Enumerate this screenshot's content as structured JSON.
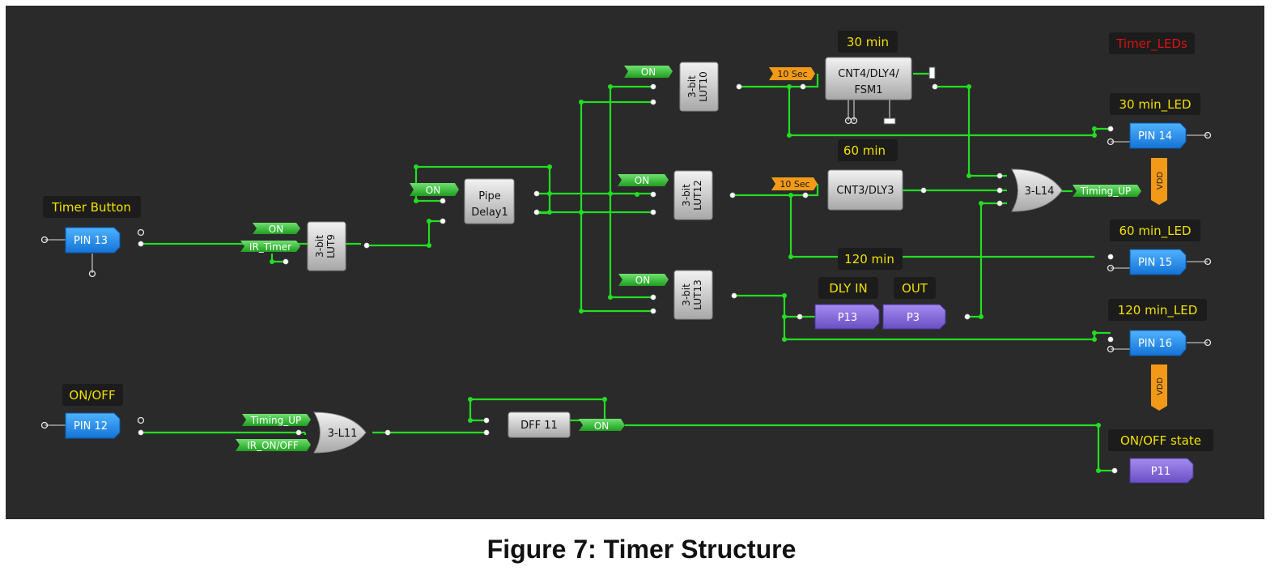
{
  "caption": "Figure 7: Timer Structure",
  "colors": {
    "background": "#2a2a2a",
    "wire": "#22dd22",
    "label_text": "#f0e000",
    "warning_text": "#dd1111",
    "pin_block": "#1e90ff",
    "virtual_pin": "#8a6fd6",
    "tag": "#3fbf3f",
    "delay_tag": "#f29a18",
    "logic_block": "#d6d6d6"
  },
  "labels": {
    "timer_button": "Timer Button",
    "on_off": "ON/OFF",
    "timer_leds": "Timer_LEDs",
    "m30": "30 min",
    "m60": "60 min",
    "m120": "120 min",
    "dly_in": "DLY IN",
    "out": "OUT",
    "led30": "30 min_LED",
    "led60": "60 min_LED",
    "led120": "120 min_LED",
    "onoff_state": "ON/OFF state"
  },
  "pins": {
    "pin13": "PIN 13",
    "pin12": "PIN 12",
    "pin14": "PIN 14",
    "pin15": "PIN 15",
    "pin16": "PIN 16",
    "p13": "P13",
    "p3": "P3",
    "p11": "P11"
  },
  "tags": {
    "on": "ON",
    "ir_timer": "IR_Timer",
    "timing_up": "Timing_UP",
    "ir_on_off": "IR_ON/OFF",
    "ten_sec": "10 Sec",
    "vdd": "VDD"
  },
  "blocks": {
    "lut9": [
      "3-bit",
      "LUT9"
    ],
    "lut10": [
      "3-bit",
      "LUT10"
    ],
    "lut12": [
      "3-bit",
      "LUT12"
    ],
    "lut13": [
      "3-bit",
      "LUT13"
    ],
    "pipe": [
      "Pipe",
      "Delay1"
    ],
    "cnt4": [
      "CNT4/DLY4/",
      "FSM1"
    ],
    "cnt3": "CNT3/DLY3",
    "l14": "3-L14",
    "l11": "3-L11",
    "dff": "DFF 11"
  }
}
